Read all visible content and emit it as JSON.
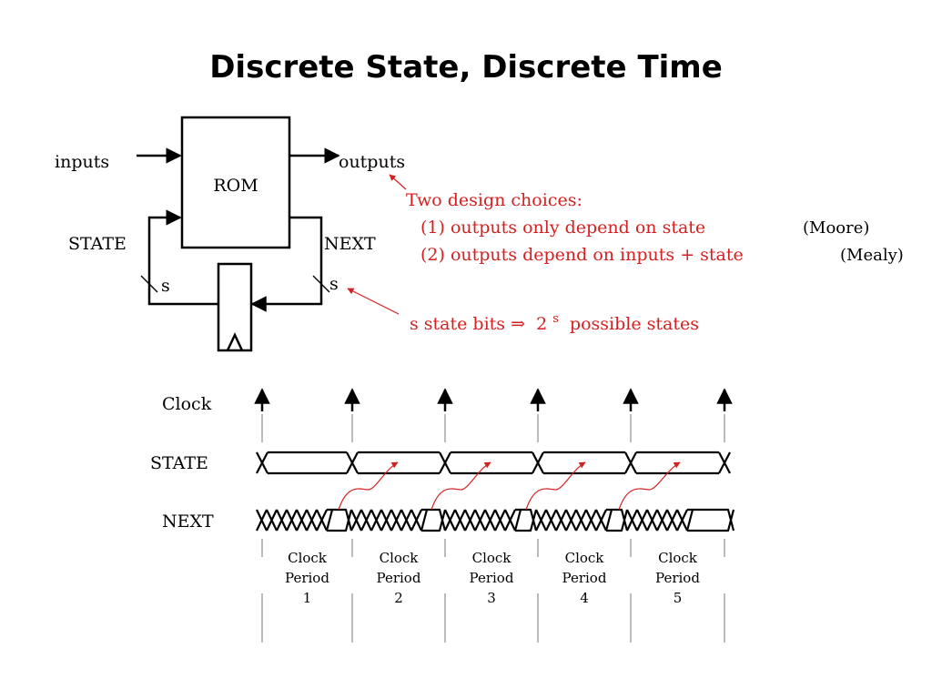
{
  "title": "Discrete State, Discrete Time",
  "block_diagram": {
    "rom_label": "ROM",
    "inputs_label": "inputs",
    "outputs_label": "outputs",
    "state_label": "STATE",
    "next_label": "NEXT",
    "state_bus_label": "s",
    "next_bus_label": "s"
  },
  "annotations": {
    "design_choices_title": "Two design choices:",
    "choice_1": "(1) outputs only depend on state",
    "choice_1_tag": "(Moore)",
    "choice_2": "(2) outputs depend on inputs + state",
    "choice_2_tag": "(Mealy)",
    "state_bits_prefix": "s state bits ⇒",
    "state_bits_base": "2",
    "state_bits_exp": "s",
    "state_bits_suffix": "possible states"
  },
  "timing": {
    "clock_label": "Clock",
    "state_label": "STATE",
    "next_label": "NEXT",
    "periods": [
      {
        "line1": "Clock",
        "line2": "Period",
        "number": "1"
      },
      {
        "line1": "Clock",
        "line2": "Period",
        "number": "2"
      },
      {
        "line1": "Clock",
        "line2": "Period",
        "number": "3"
      },
      {
        "line1": "Clock",
        "line2": "Period",
        "number": "4"
      },
      {
        "line1": "Clock",
        "line2": "Period",
        "number": "5"
      }
    ]
  },
  "colors": {
    "accent": "#d42020",
    "text": "#000000"
  }
}
